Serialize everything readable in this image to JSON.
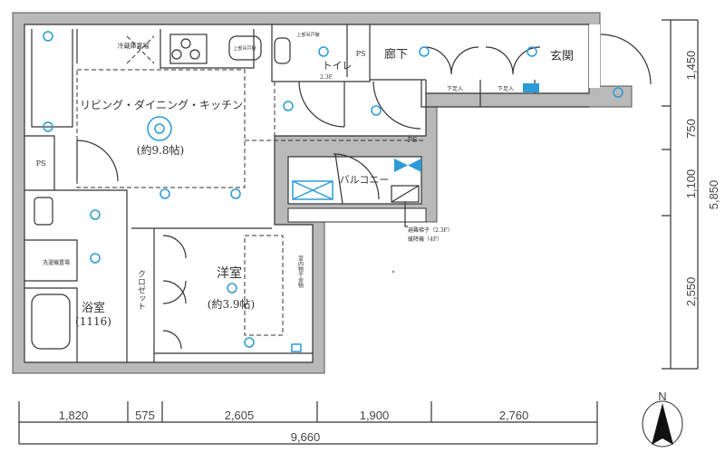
{
  "rooms": {
    "ldk": "リビング・ダイニング・キッチン",
    "ldk_area": "(約9.8帖)",
    "western": "洋室",
    "western_area": "(約3.9帖)",
    "bath": "浴室",
    "bath_size": "(1116)",
    "toilet": "トイレ",
    "corridor": "廊下",
    "entrance": "玄関",
    "balcony": "バルコニー",
    "closet": "クロゼット",
    "ps1": "PS",
    "ps2": "PS",
    "ps3": "PS",
    "fridge": "冷蔵庫置場",
    "washer": "洗濯機置場",
    "cabinet1": "上部吊戸棚",
    "cabinet2": "上部吊戸棚",
    "toilet_note": "2.3F",
    "shoe1": "下足入",
    "shoe2": "下足入",
    "drying": "室内物干金物",
    "escape1": "避難梯子（2.3F）",
    "escape2": "緩降機（4F）"
  },
  "dims_right": {
    "d1": "1,450",
    "d2": "750",
    "d3": "1,100",
    "d4": "2,550",
    "total": "5,850"
  },
  "dims_bottom": {
    "d1": "1,820",
    "d2": "575",
    "d3": "2,605",
    "d4": "1,900",
    "d5": "2,760",
    "total": "9,660"
  },
  "north": "N",
  "colors": {
    "fixture": "#2a9bd7",
    "wall": "#b9b9b9"
  }
}
